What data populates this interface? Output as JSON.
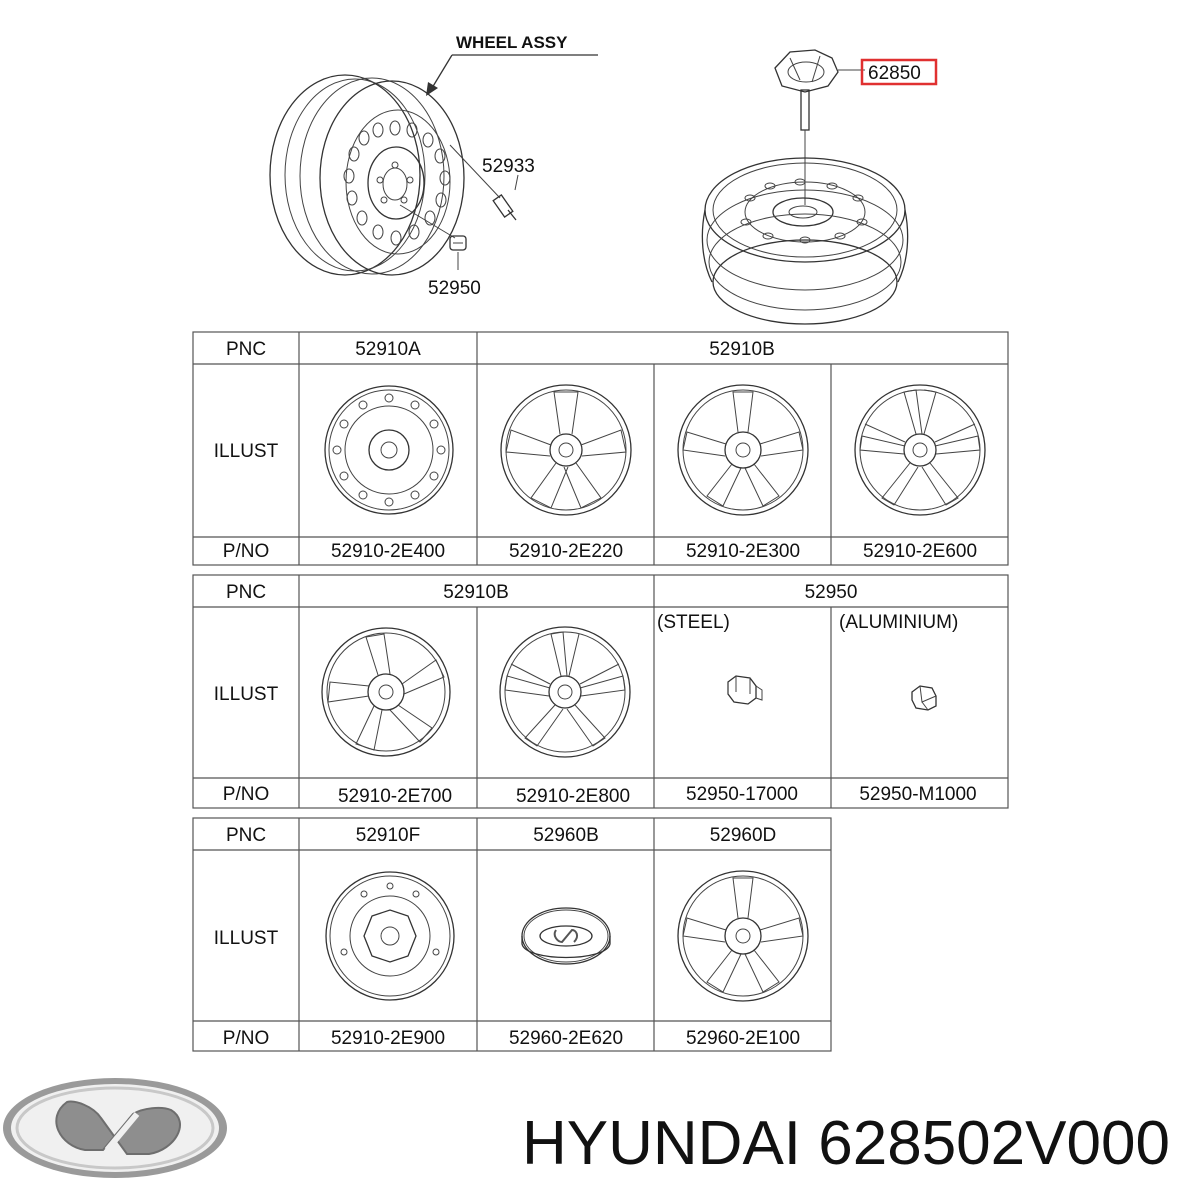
{
  "diagram": {
    "title": "WHEEL ASSY",
    "callouts": {
      "c62850": "62850",
      "c52933": "52933",
      "c52950": "52950"
    },
    "highlight_color": "#e03030"
  },
  "tables": [
    {
      "row_labels": [
        "PNC",
        "ILLUST",
        "P/NO"
      ],
      "groups": [
        {
          "pnc": "52910A",
          "span": 1
        },
        {
          "pnc": "52910B",
          "span": 3
        }
      ],
      "cells": [
        {
          "part_no": "52910-2E400",
          "icon": "steel-wheel-icon"
        },
        {
          "part_no": "52910-2E220",
          "icon": "alloy-wheel-icon"
        },
        {
          "part_no": "52910-2E300",
          "icon": "alloy-wheel-icon"
        },
        {
          "part_no": "52910-2E600",
          "icon": "alloy-wheel-icon"
        }
      ]
    },
    {
      "row_labels": [
        "PNC",
        "ILLUST",
        "P/NO"
      ],
      "groups": [
        {
          "pnc": "52910B",
          "span": 2
        },
        {
          "pnc": "52950",
          "span": 2
        }
      ],
      "cells": [
        {
          "part_no": "52910-2E700",
          "icon": "alloy-wheel-icon"
        },
        {
          "part_no": "52910-2E800",
          "icon": "alloy-wheel-icon"
        },
        {
          "part_no": "52950-17000",
          "icon": "lug-nut-icon",
          "note": "(STEEL)"
        },
        {
          "part_no": "52950-M1000",
          "icon": "lug-nut-icon",
          "note": "(ALUMINIUM)"
        }
      ]
    },
    {
      "row_labels": [
        "PNC",
        "ILLUST",
        "P/NO"
      ],
      "groups": [
        {
          "pnc": "52910F",
          "span": 1
        },
        {
          "pnc": "52960B",
          "span": 1
        },
        {
          "pnc": "52960D",
          "span": 1
        }
      ],
      "cells": [
        {
          "part_no": "52910-2E900",
          "icon": "steel-wheel-icon"
        },
        {
          "part_no": "52960-2E620",
          "icon": "hub-cap-icon"
        },
        {
          "part_no": "52960-2E100",
          "icon": "alloy-wheel-icon"
        }
      ]
    }
  ],
  "footer": {
    "brand_text": "HYUNDAI 628502V000",
    "logo_icon": "hyundai-logo-icon"
  }
}
